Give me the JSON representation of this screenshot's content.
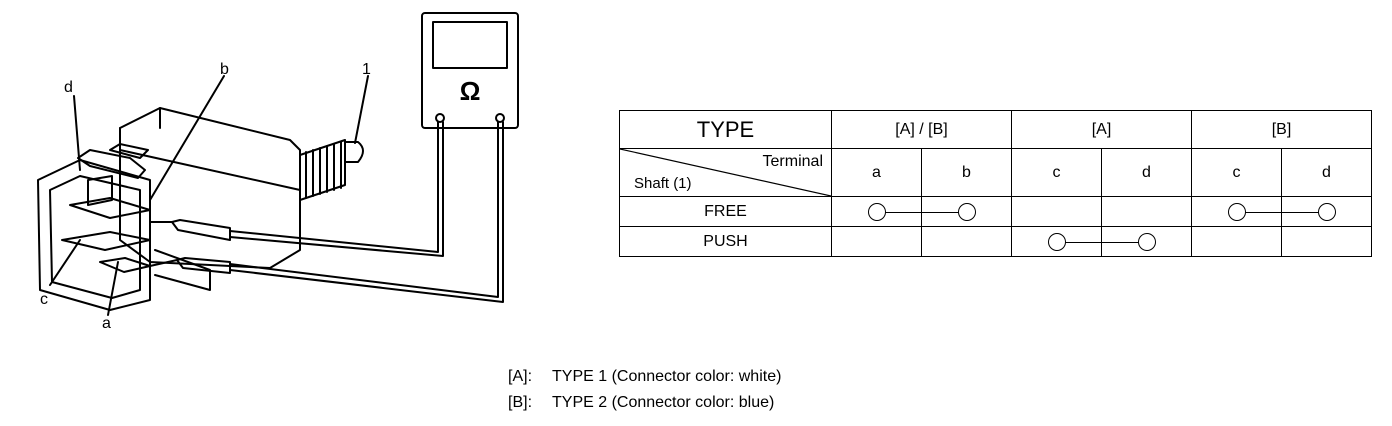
{
  "figure": {
    "labels": {
      "d": "d",
      "b": "b",
      "one": "1",
      "c": "c",
      "a": "a",
      "ohm": "Ω"
    }
  },
  "table": {
    "type_label": "TYPE",
    "groups": [
      "[A] / [B]",
      "[A]",
      "[B]"
    ],
    "header_terminal": "Terminal",
    "header_shaft": "Shaft (1)",
    "terminals": [
      "a",
      "b",
      "c",
      "d",
      "c",
      "d"
    ],
    "rows": [
      {
        "state": "FREE",
        "connections": [
          [
            0,
            1
          ],
          [
            4,
            5
          ]
        ]
      },
      {
        "state": "PUSH",
        "connections": [
          [
            2,
            3
          ]
        ]
      }
    ]
  },
  "legend": [
    {
      "key": "[A]:",
      "text": "TYPE 1 (Connector color: white)"
    },
    {
      "key": "[B]:",
      "text": "TYPE 2 (Connector color: blue)"
    }
  ]
}
